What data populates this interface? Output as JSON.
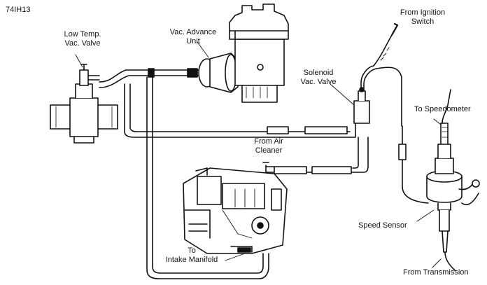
{
  "figure_code": "74IH13",
  "labels": {
    "low_temp_vac_valve": [
      "Low Temp.",
      "Vac. Valve"
    ],
    "vac_advance_unit": [
      "Vac. Advance",
      "Unit"
    ],
    "from_ignition_switch": [
      "From Ignition",
      "Switch"
    ],
    "solenoid_vac_valve": [
      "Solenoid",
      "Vac. Valve"
    ],
    "to_speedometer": "To Speedometer",
    "from_air_cleaner": [
      "From Air",
      "Cleaner"
    ],
    "speed_sensor": "Speed Sensor",
    "to_intake_manifold": [
      "To",
      "Intake Manifold"
    ],
    "from_transmission": "From Transmission"
  }
}
